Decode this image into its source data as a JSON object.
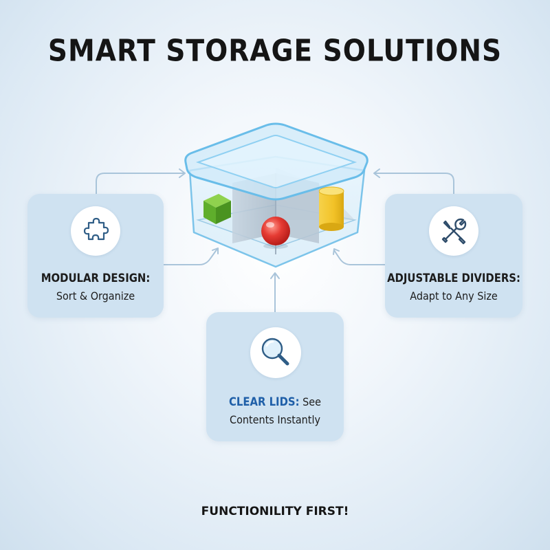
{
  "title": "SMART STORAGE SOLUTIONS",
  "cards": {
    "modular": {
      "heading": "MODULAR DESIGN:",
      "text": "Sort & Organize",
      "icon": "puzzle-piece-icon"
    },
    "dividers": {
      "heading": "ADJUSTABLE DIVIDERS:",
      "text": "Adapt to Any Size",
      "icon": "wrench-screwdriver-icon"
    },
    "lids": {
      "heading": "CLEAR LIDS:",
      "text_after": " See",
      "text": "Contents Instantly",
      "icon": "magnifying-glass-icon"
    }
  },
  "footer": "FUNCTIONILITY FIRST!",
  "colors": {
    "card_bg": "#cfe2f1",
    "accent_blue": "#1f5fa8",
    "connector": "#a9c4da",
    "container_edge": "#7cc4ea"
  }
}
